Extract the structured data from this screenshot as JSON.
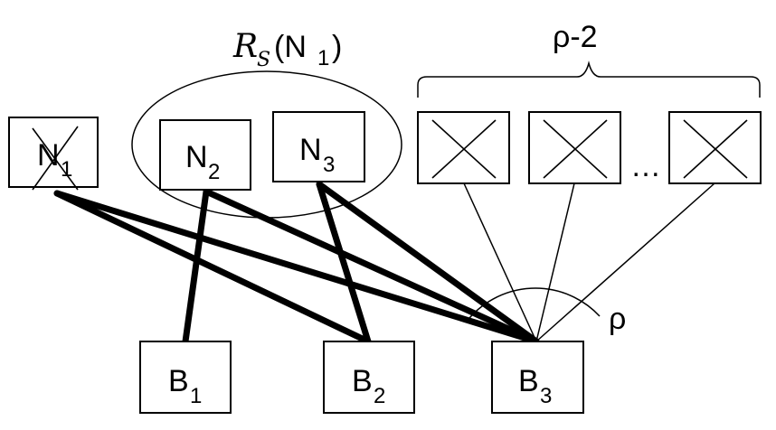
{
  "labels": {
    "rs_script": "R",
    "rs_sub": "S",
    "rs_open": "(N",
    "rs_sub1": "1",
    "rs_close": ")",
    "brace_label": "ρ-2",
    "angle_label": "ρ",
    "ellipsis": "…"
  },
  "nodes_top": [
    {
      "main": "N",
      "sub": "1",
      "crossed": true
    },
    {
      "main": "N",
      "sub": "2",
      "crossed": false
    },
    {
      "main": "N",
      "sub": "3",
      "crossed": false
    }
  ],
  "nodes_bottom": [
    {
      "main": "B",
      "sub": "1"
    },
    {
      "main": "B",
      "sub": "2"
    },
    {
      "main": "B",
      "sub": "3"
    }
  ]
}
